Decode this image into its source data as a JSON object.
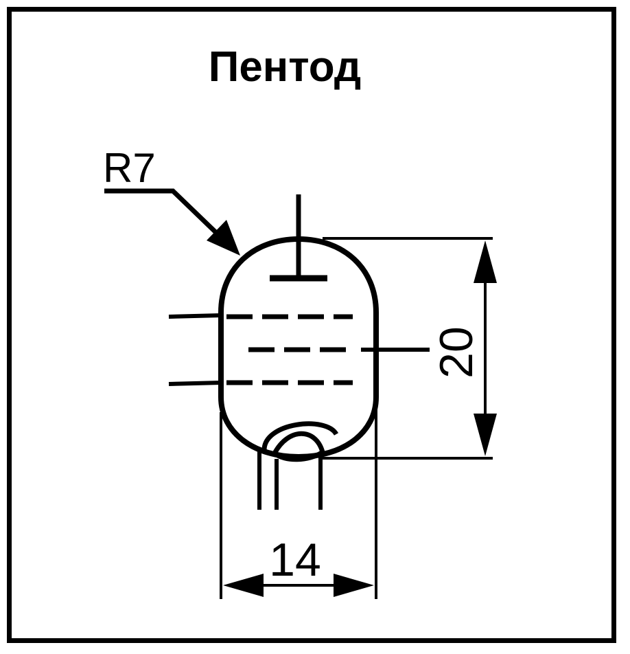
{
  "diagram": {
    "title": "Пентод",
    "ref_label": "R7",
    "dimensions": {
      "height": "20",
      "width": "14"
    },
    "colors": {
      "ink": "#000000",
      "paper": "#ffffff"
    }
  }
}
